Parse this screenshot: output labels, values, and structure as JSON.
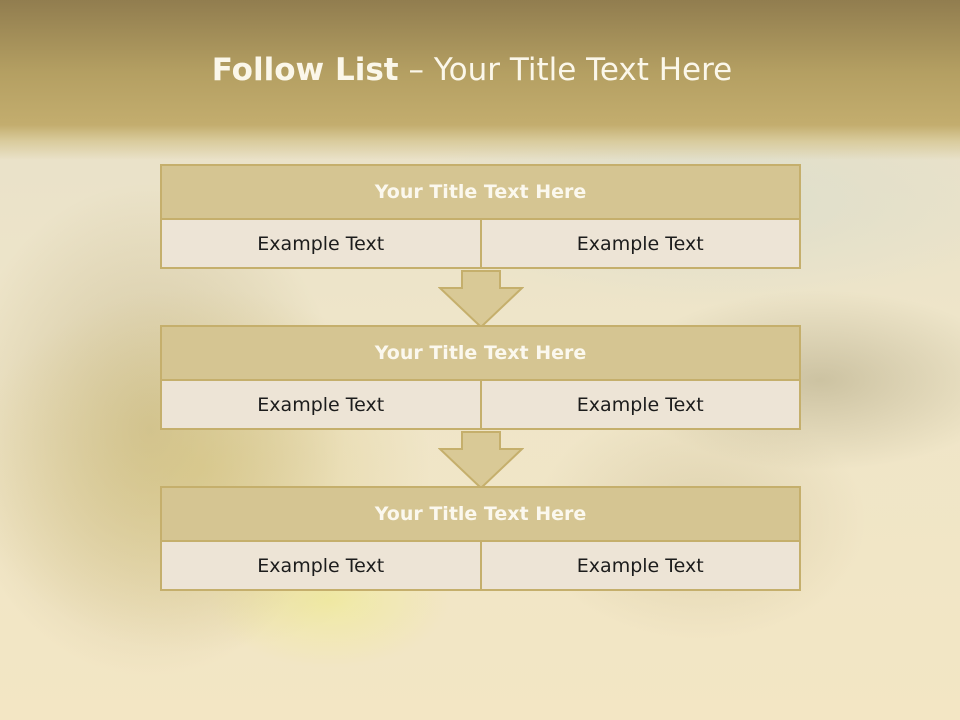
{
  "slide": {
    "title_bold": "Follow List",
    "title_rest": " – Your Title Text Here"
  },
  "blocks": [
    {
      "heading": "Your Title Text Here",
      "left": "Example Text",
      "right": "Example Text"
    },
    {
      "heading": "Your Title Text Here",
      "left": "Example Text",
      "right": "Example Text"
    },
    {
      "heading": "Your Title Text Here",
      "left": "Example Text",
      "right": "Example Text"
    }
  ],
  "colors": {
    "header_fill": "#d5c592",
    "border": "#c5af6c",
    "cell_fill": "#ede4d6",
    "title_text": "#fbf7ea"
  }
}
